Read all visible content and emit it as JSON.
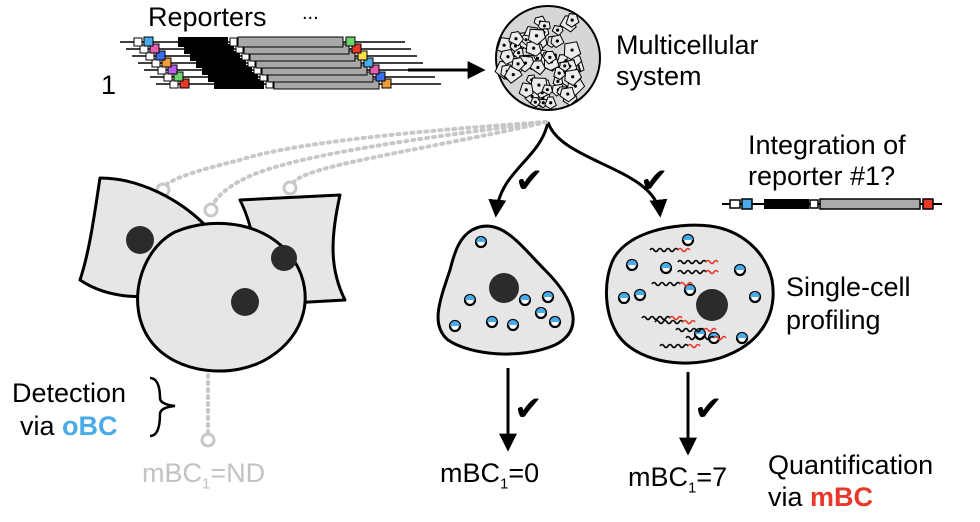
{
  "labels": {
    "reporters": "Reporters",
    "reporter_index": "1",
    "reporter_ellipsis": "...",
    "multicellular_line1": "Multicellular",
    "multicellular_line2": "system",
    "integration_line1": "Integration of",
    "integration_line2": "reporter #1?",
    "single_cell_line1": "Single-cell",
    "single_cell_line2": "profiling",
    "detection_line1": "Detection",
    "detection_via": "via ",
    "detection_obc": "oBC",
    "quant_line1": "Quantification",
    "quant_via": "via ",
    "quant_mbc": "mBC"
  },
  "results": {
    "left": {
      "prefix": "mBC",
      "sub": "1",
      "value": "=ND"
    },
    "middle": {
      "prefix": "mBC",
      "sub": "1",
      "value": "=0"
    },
    "right": {
      "prefix": "mBC",
      "sub": "1",
      "value": "=7"
    }
  },
  "checkmark": "✔",
  "colors": {
    "obc_blue": "#4aabe8",
    "mbc_red": "#e8382a",
    "cell_fill": "#e6e6e6",
    "nucleus": "#2b2b2b",
    "dotted_grey": "#c8c8c8"
  }
}
